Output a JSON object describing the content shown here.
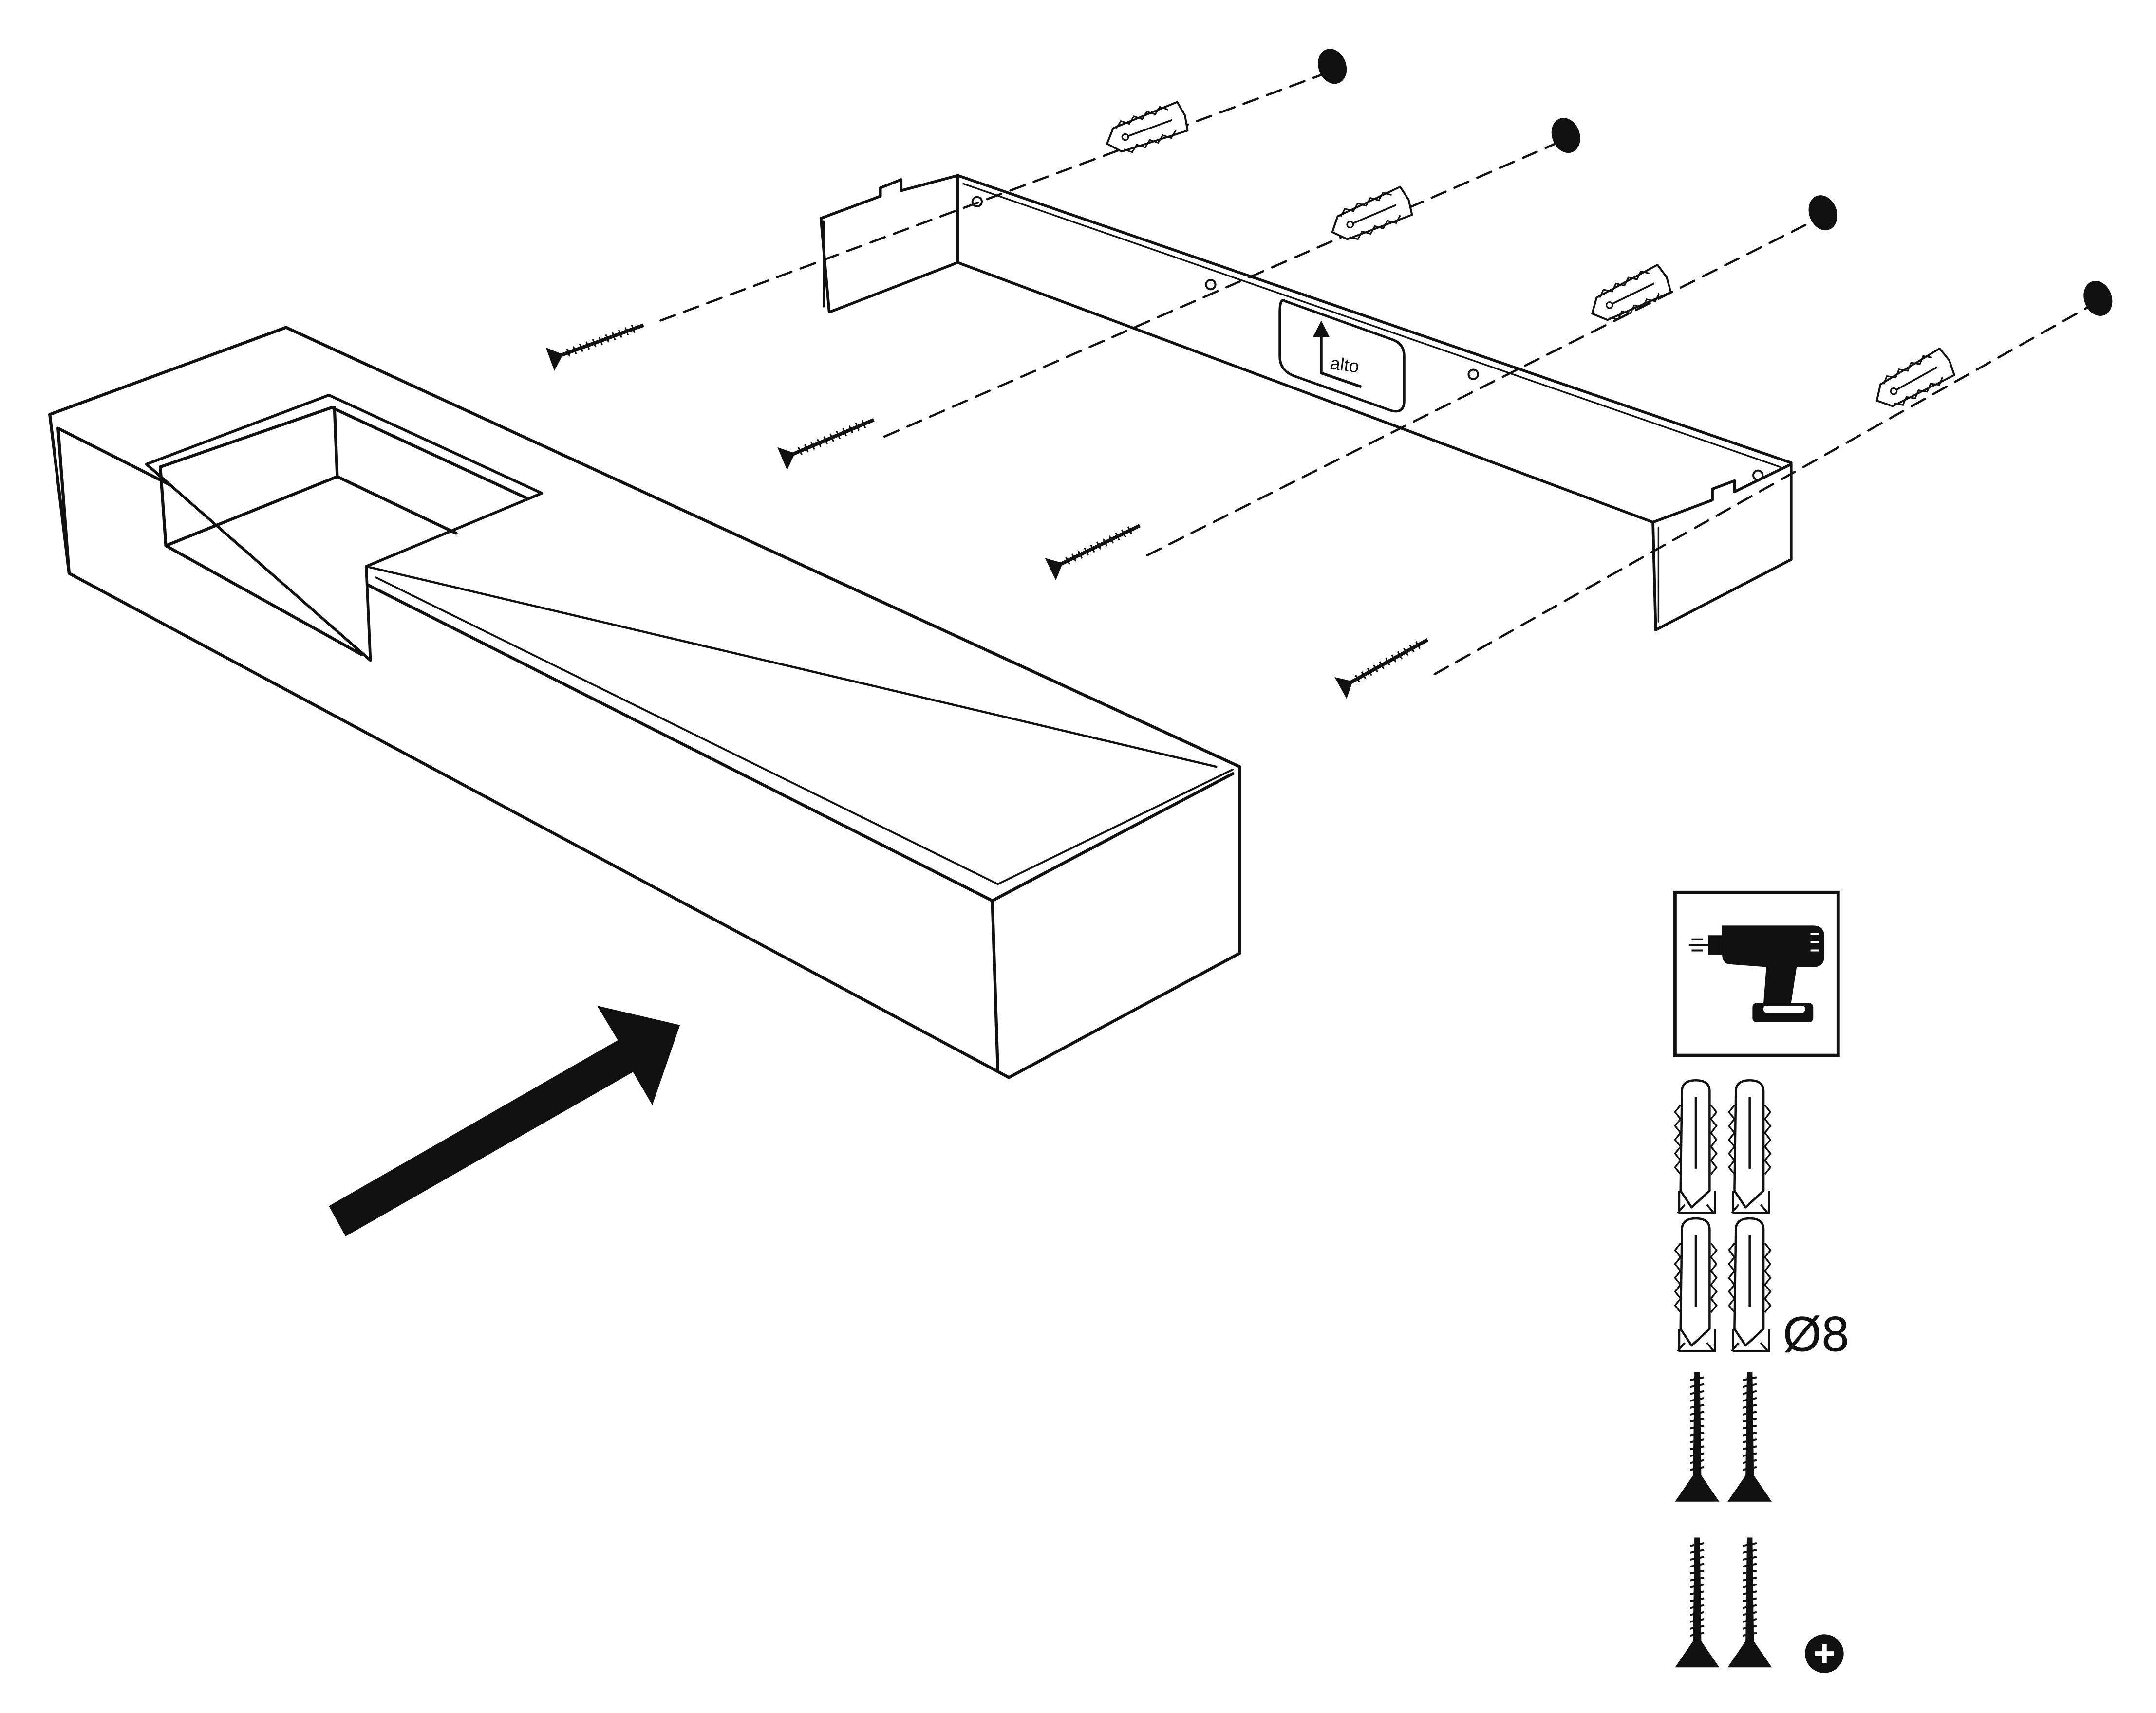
{
  "bracket": {
    "orientation_label": "alto"
  },
  "hardware": {
    "anchor_diameter": "Ø8",
    "anchor_count": 4,
    "screw_count_group1": 2,
    "screw_count_group2": 2
  },
  "icons": {
    "tool": "drill-icon",
    "drive_type": "phillips-icon",
    "direction": "push-arrow-icon"
  },
  "colors": {
    "ink": "#111111",
    "background": "#ffffff"
  }
}
